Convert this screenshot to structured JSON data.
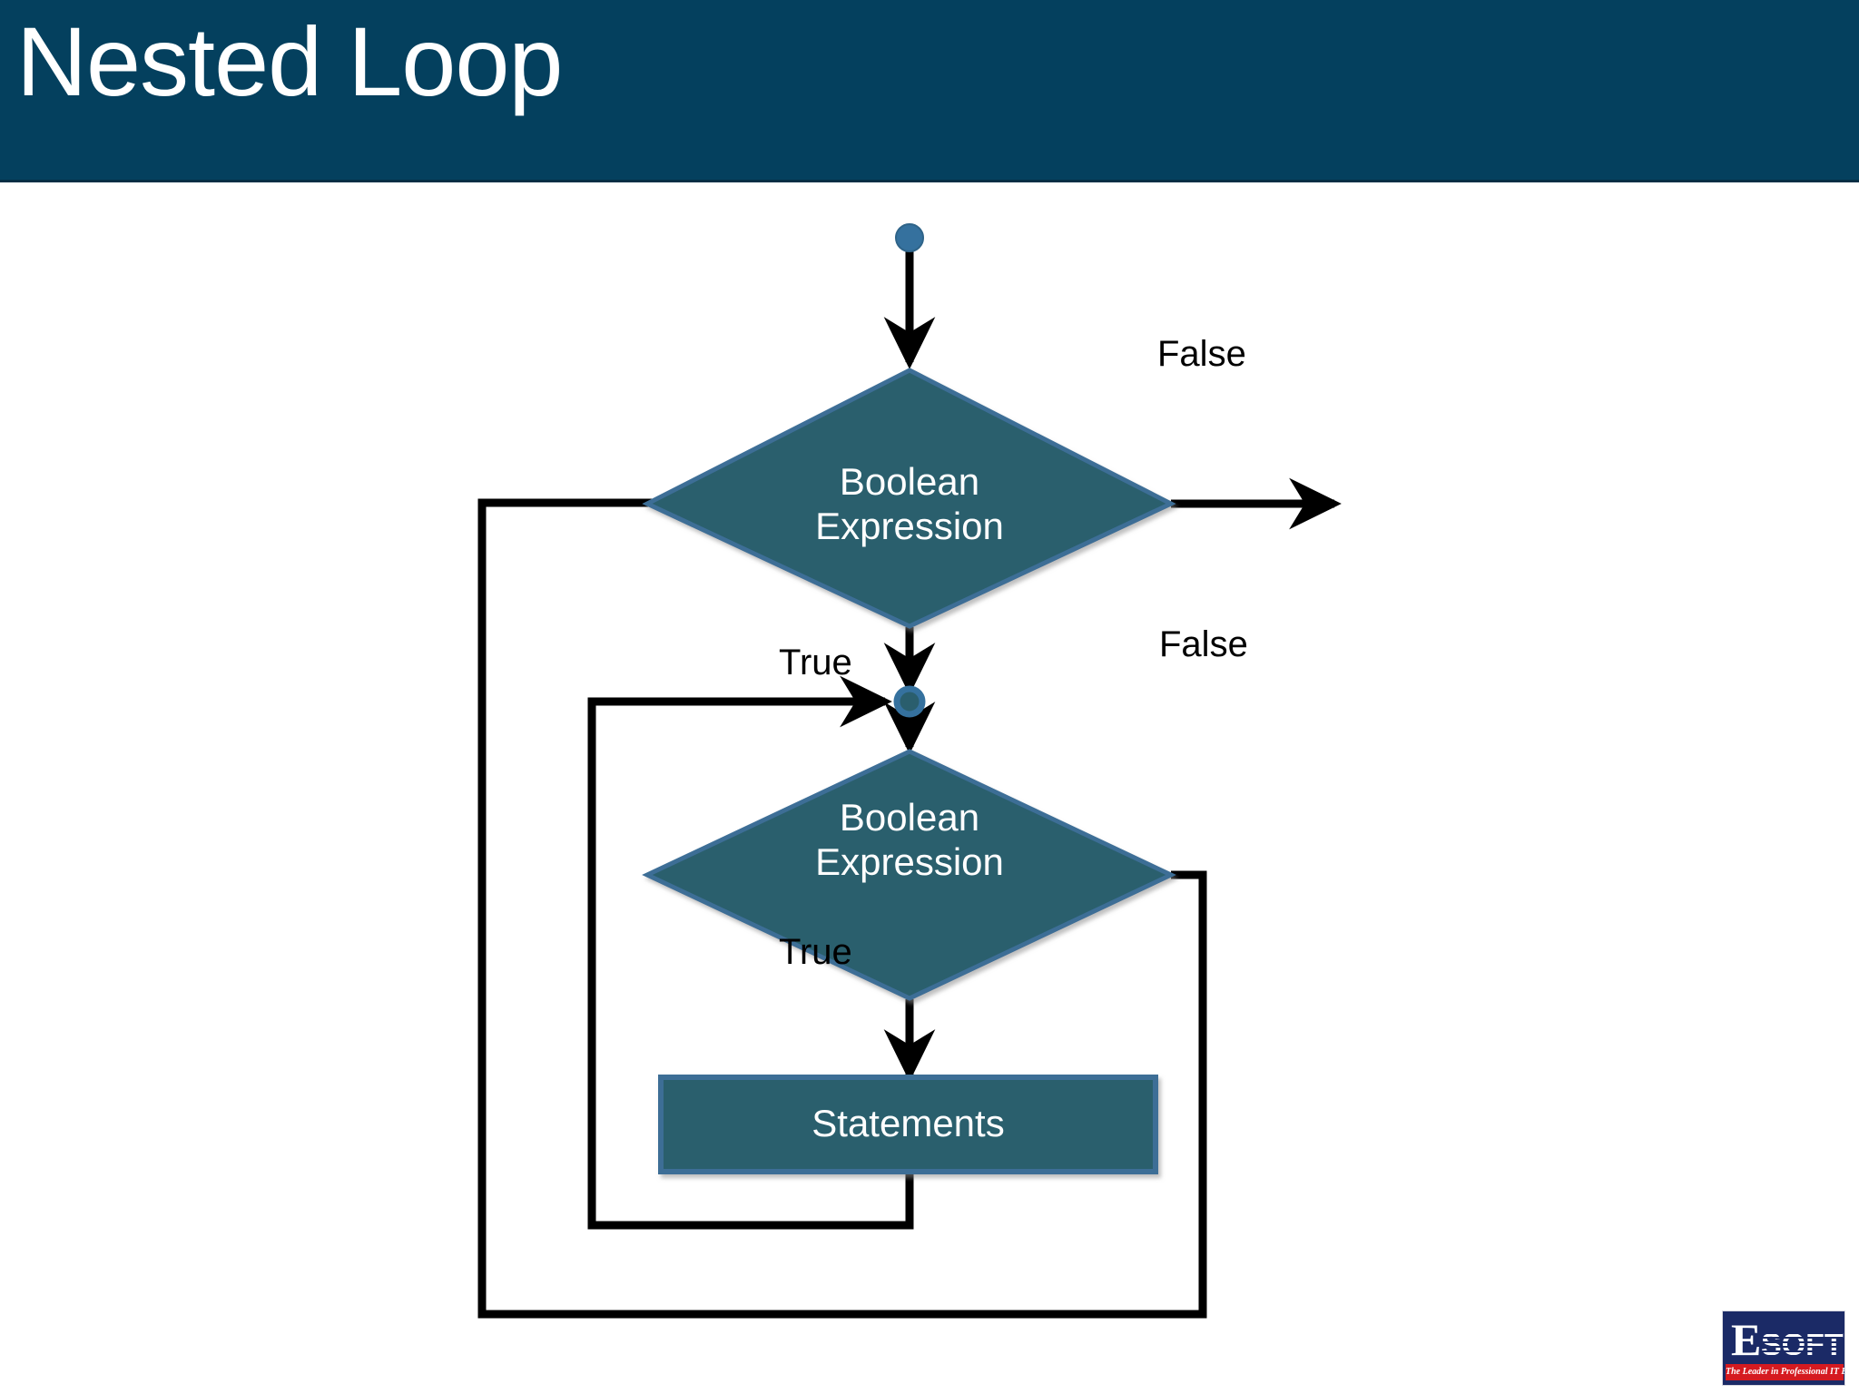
{
  "slide": {
    "title": "Nested Loop",
    "header_color": "#04405E",
    "background_color": "#FFFFFF"
  },
  "flowchart": {
    "shape_fill": "#2A5E6D",
    "shape_border": "#3C6E96",
    "connector_color": "#000000",
    "node_dot_color": "#35719E",
    "nodes": {
      "start_dot": {
        "name": "start-connector",
        "label": ""
      },
      "outer_condition": {
        "line1": "Boolean",
        "line2": "Expression"
      },
      "merge_dot": {
        "name": "merge-connector",
        "label": ""
      },
      "inner_condition": {
        "line1": "Boolean",
        "line2": "Expression"
      },
      "statements": {
        "label": "Statements"
      }
    },
    "edge_labels": {
      "outer_false": "False",
      "outer_true": "True",
      "inner_false": "False",
      "inner_true": "True"
    }
  },
  "logo": {
    "letter": "E",
    "word": "SOFT",
    "tagline": "The Leader in Professional IT Education",
    "box_color": "#1B2A66",
    "strip_color": "#D51A20"
  }
}
